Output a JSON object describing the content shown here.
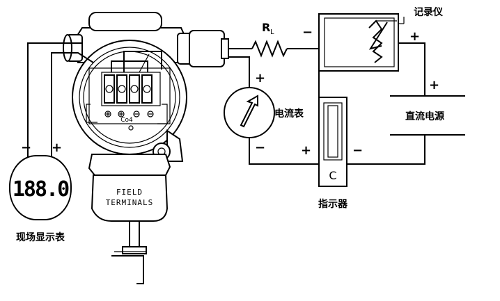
{
  "labels": {
    "recorder": "记录仪",
    "ammeter": "电流表",
    "dc_power": "直流电源",
    "indicator": "指示器",
    "field_display": "现场显示表",
    "load_resistor_main": "R",
    "load_resistor_sub": "L",
    "terminal_line1": "FIELD",
    "terminal_line2": "TERMINALS",
    "display_reading": "188.0",
    "terminal_mark": "Co4",
    "indicator_dial": "C"
  },
  "signs": {
    "plus": "+",
    "minus": "−"
  }
}
